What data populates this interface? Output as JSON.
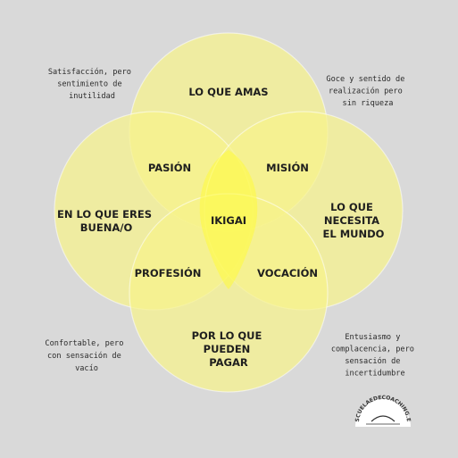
{
  "colors": {
    "background": "#d9d9d9",
    "circle_fill": "#f7f28a",
    "circle_opacity": "0.72",
    "center_fill": "#fffb3a",
    "text": "#1e1e1e"
  },
  "circles": [
    {
      "id": "lo-que-amas",
      "label": [
        "LO QUE AMAS"
      ]
    },
    {
      "id": "en-lo-que-eres-buena",
      "label": [
        "EN LO QUE ERES",
        "BUENA/O"
      ]
    },
    {
      "id": "lo-que-necesita-el-mundo",
      "label": [
        "LO QUE",
        "NECESITA",
        "EL MUNDO"
      ]
    },
    {
      "id": "por-lo-que-pueden-pagar",
      "label": [
        "POR LO QUE",
        "PUEDEN",
        "PAGAR"
      ]
    }
  ],
  "intersections": [
    {
      "id": "pasion",
      "label": "PASIÓN"
    },
    {
      "id": "mision",
      "label": "MISIÓN"
    },
    {
      "id": "profesion",
      "label": "PROFESIÓN"
    },
    {
      "id": "vocacion",
      "label": "VOCACIÓN"
    }
  ],
  "center": {
    "label": "IKIGAI"
  },
  "notes": [
    {
      "id": "top-left",
      "lines": [
        "Satisfacción, pero",
        "sentimiento de",
        "inutilidad"
      ]
    },
    {
      "id": "top-right",
      "lines": [
        "Goce y sentido de",
        "realización pero",
        "sin riqueza"
      ]
    },
    {
      "id": "bottom-left",
      "lines": [
        "Confortable, pero",
        "con sensación de",
        "vacío"
      ]
    },
    {
      "id": "bottom-right",
      "lines": [
        "Entusiasmo y",
        "complacencia, pero",
        "sensación de",
        "incertidumbre"
      ]
    }
  ],
  "logo": {
    "text": "ESCUELAEDECOACHING.ES"
  }
}
